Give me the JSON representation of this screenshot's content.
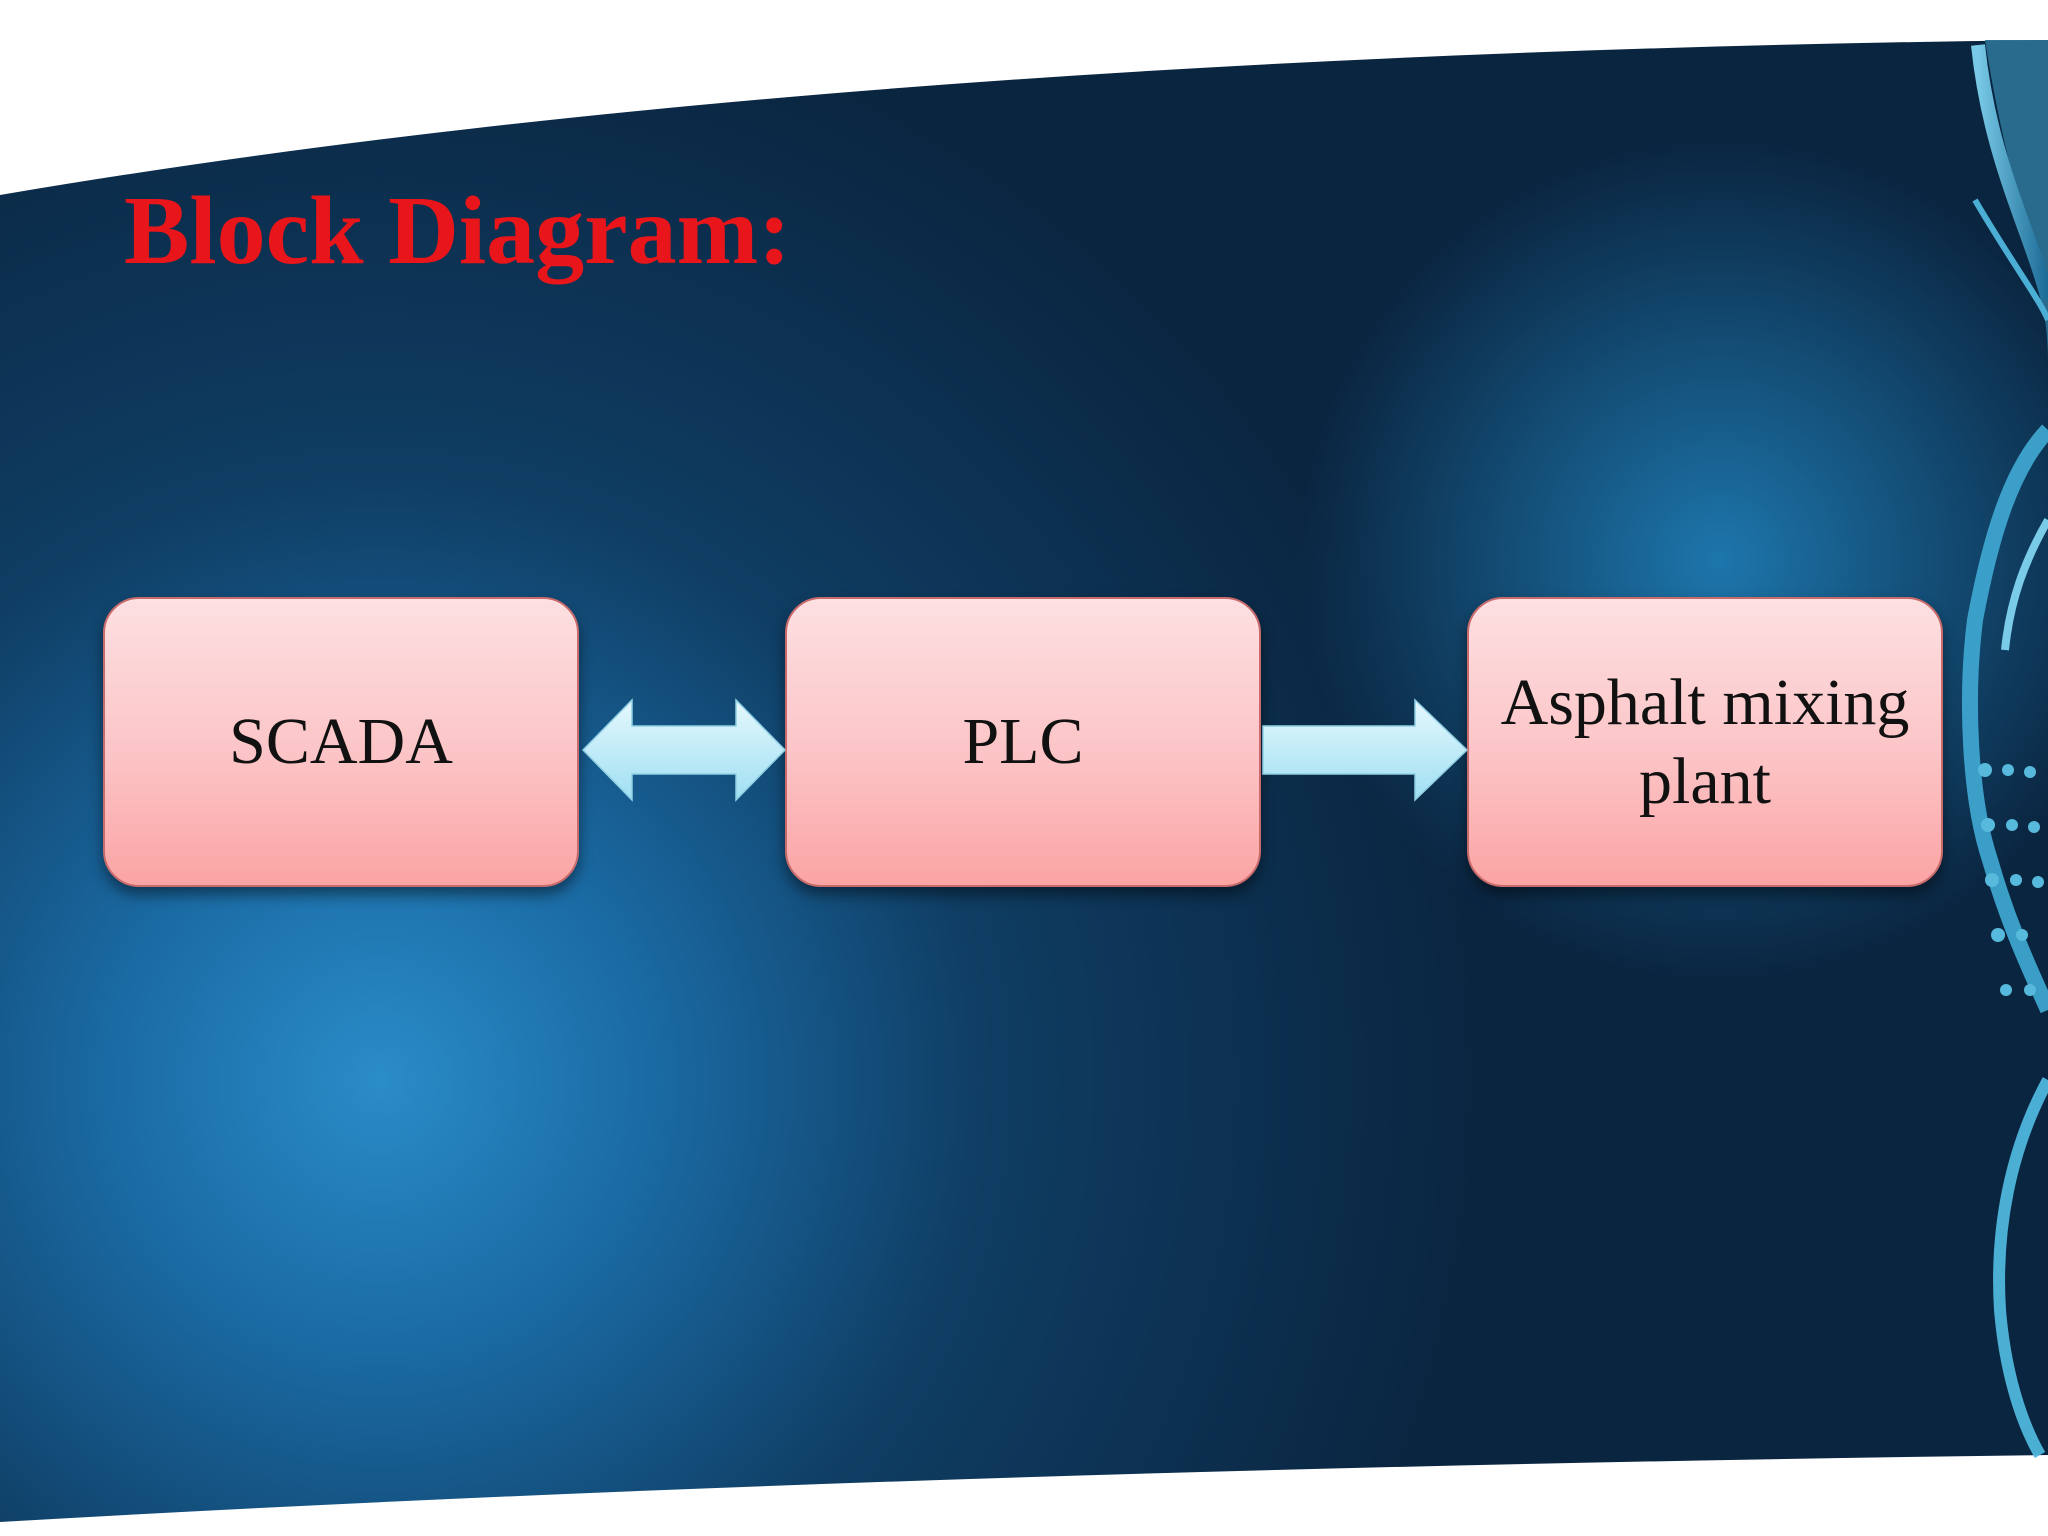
{
  "slide": {
    "title": "Block Diagram:",
    "title_color": "#e8151a",
    "background_color": "#0c2f4d"
  },
  "diagram": {
    "nodes": [
      {
        "id": "scada",
        "label": "SCADA"
      },
      {
        "id": "plc",
        "label": "PLC"
      },
      {
        "id": "plant",
        "label": "Asphalt mixing plant"
      }
    ],
    "edges": [
      {
        "from": "scada",
        "to": "plc",
        "direction": "bidirectional"
      },
      {
        "from": "plc",
        "to": "plant",
        "direction": "forward"
      }
    ],
    "node_fill_color": "#fcc4c6",
    "node_text_color": "#111111",
    "arrow_color": "#b9eaf7"
  }
}
